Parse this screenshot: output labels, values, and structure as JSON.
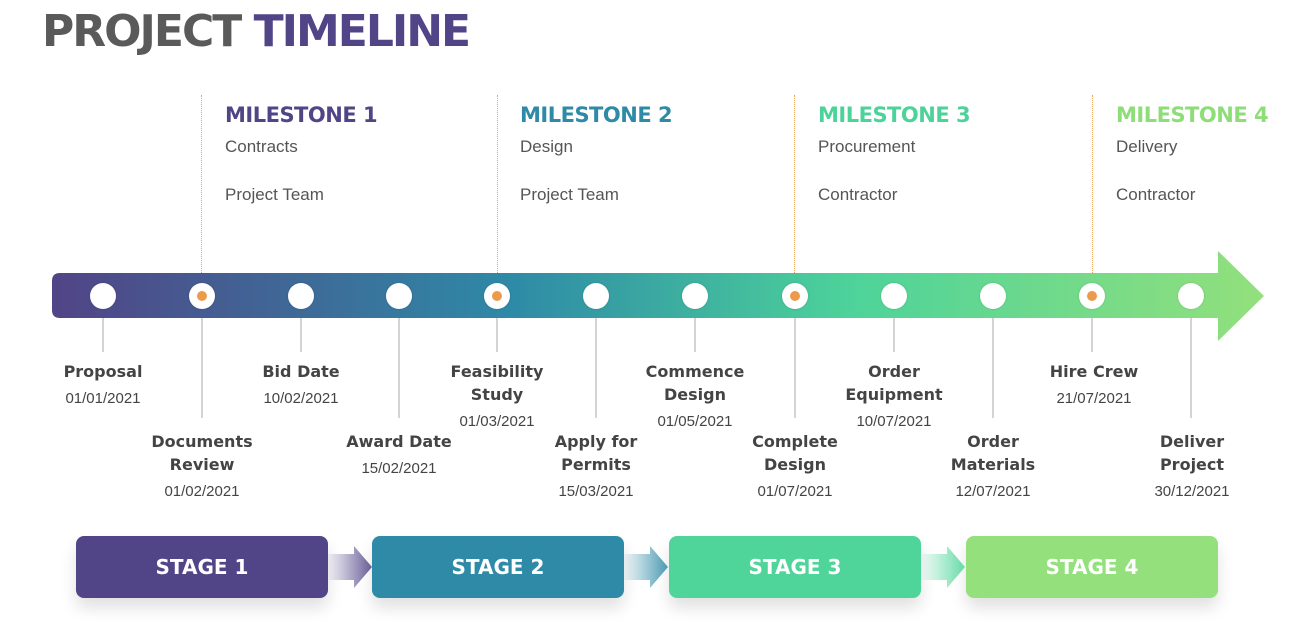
{
  "title": {
    "word1": "PROJECT",
    "word2": "TIMELINE"
  },
  "milestones": [
    {
      "title": "MILESTONE 1",
      "line1": "Contracts",
      "line2": "Project Team",
      "color": "#514487"
    },
    {
      "title": "MILESTONE 2",
      "line1": "Design",
      "line2": "Project Team",
      "color": "#2e8aa6"
    },
    {
      "title": "MILESTONE 3",
      "line1": "Procurement",
      "line2": "Contractor",
      "color": "#4dd29a"
    },
    {
      "title": "MILESTONE 4",
      "line1": "Delivery",
      "line2": "Contractor",
      "color": "#8edd79"
    }
  ],
  "events": [
    {
      "title": "Proposal",
      "date": "01/01/2021"
    },
    {
      "title": "Documents\nReview",
      "date": "01/02/2021"
    },
    {
      "title": "Bid Date",
      "date": "10/02/2021"
    },
    {
      "title": "Award Date",
      "date": "15/02/2021"
    },
    {
      "title": "Feasibility\nStudy",
      "date": "01/03/2021"
    },
    {
      "title": "Apply for\nPermits",
      "date": "15/03/2021"
    },
    {
      "title": "Commence\nDesign",
      "date": "01/05/2021"
    },
    {
      "title": "Complete\nDesign",
      "date": "01/07/2021"
    },
    {
      "title": "Order\nEquipment",
      "date": "10/07/2021"
    },
    {
      "title": "Order\nMaterials",
      "date": "12/07/2021"
    },
    {
      "title": "Hire Crew",
      "date": "21/07/2021"
    },
    {
      "title": "Deliver\nProject",
      "date": "30/12/2021"
    }
  ],
  "stages": [
    {
      "label": "STAGE 1",
      "color": "#514487"
    },
    {
      "label": "STAGE 2",
      "color": "#2e8aa6"
    },
    {
      "label": "STAGE 3",
      "color": "#4fd59a"
    },
    {
      "label": "STAGE 4",
      "color": "#93e07c"
    }
  ],
  "colors": {
    "timeline_start": "#514487",
    "timeline_mid": "#2e8aa6",
    "timeline_mid2": "#4dd39a",
    "timeline_end": "#93e07c",
    "milestone_marker": "#ec9a4c"
  }
}
